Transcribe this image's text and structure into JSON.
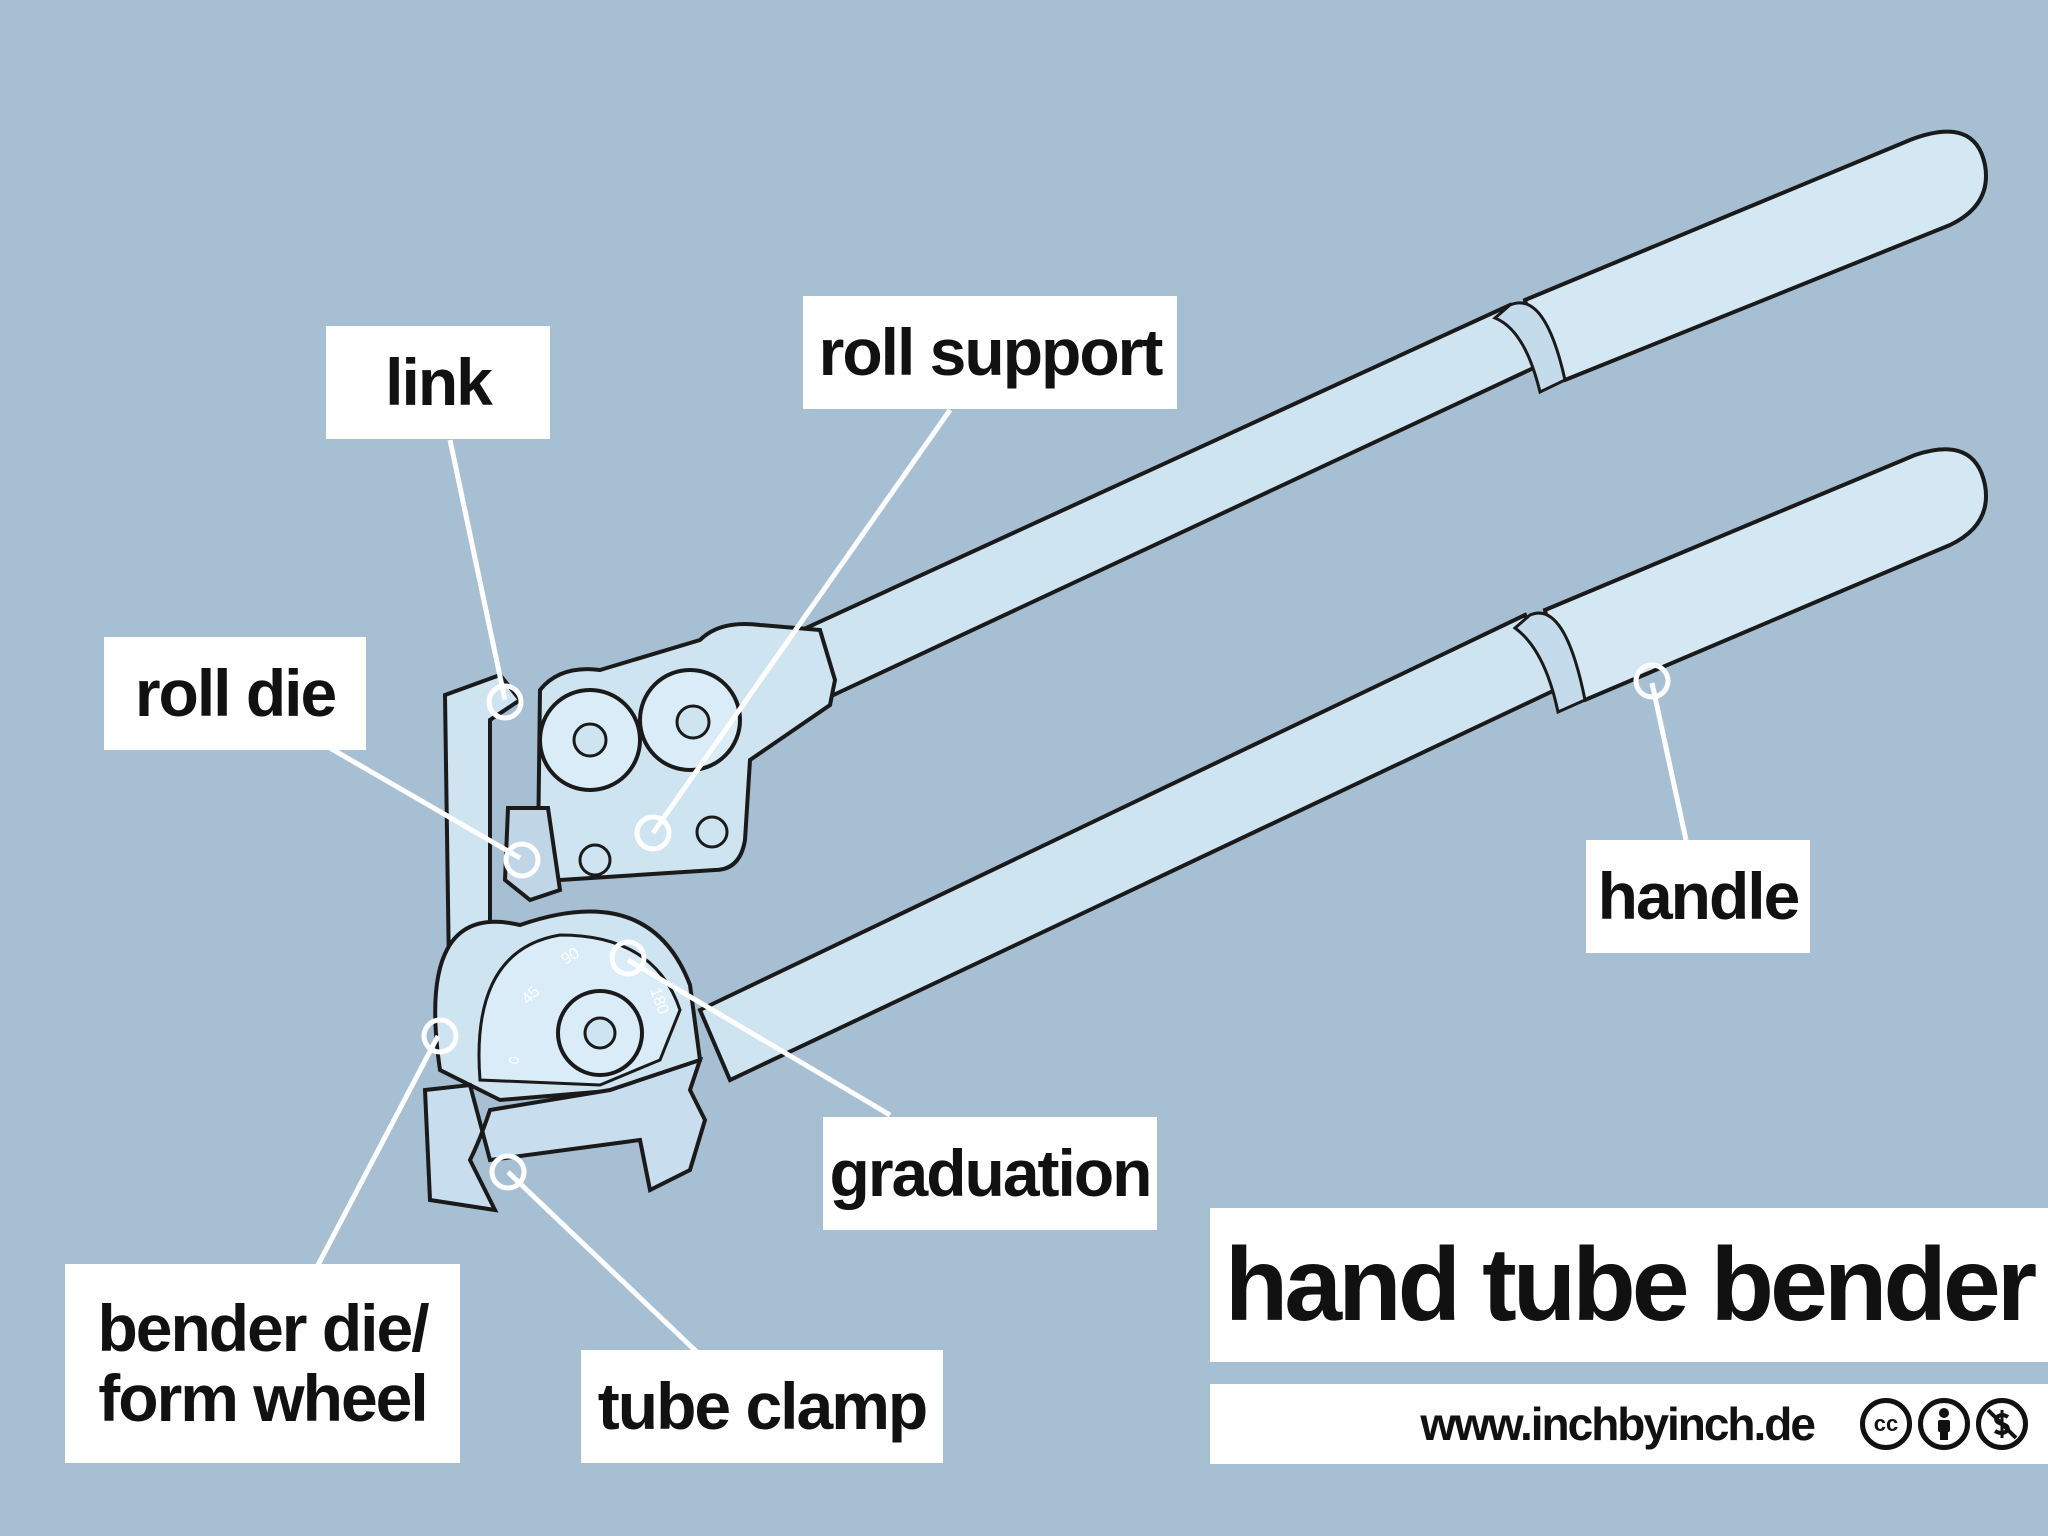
{
  "title": "hand tube bender",
  "labels": {
    "link": "link",
    "roll_support": "roll support",
    "roll_die": "roll die",
    "handle": "handle",
    "graduation": "graduation",
    "bender_die_line1": "bender die/",
    "bender_die_line2": "form wheel",
    "tube_clamp": "tube clamp"
  },
  "graduation_marks": [
    "0",
    "45",
    "90",
    "180"
  ],
  "footer": {
    "url": "www.inchbyinch.de",
    "license_icons": [
      "cc-icon",
      "by-icon",
      "nc-icon"
    ],
    "cc_text": "cc"
  },
  "colors": {
    "background": "#a7bfd2",
    "tool_fill": "#cfe4f1",
    "tool_outline": "#1a1a1a",
    "label_bg": "#ffffff",
    "leader_line": "#ffffff"
  }
}
